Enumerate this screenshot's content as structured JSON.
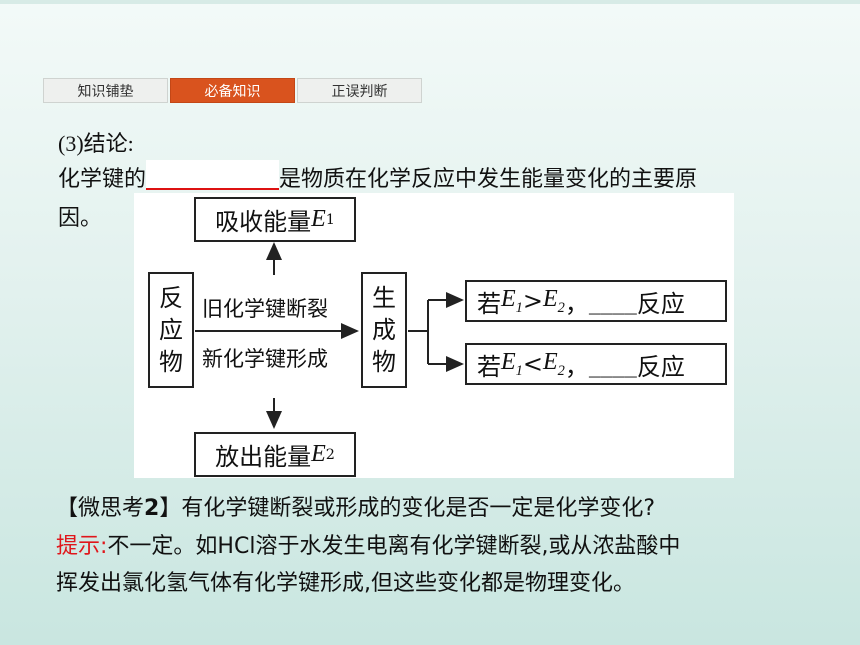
{
  "tabs": [
    {
      "label": "知识铺垫",
      "active": false
    },
    {
      "label": "必备知识",
      "active": true
    },
    {
      "label": "正误判断",
      "active": false
    }
  ],
  "conclusion": {
    "heading": "(3)结论:",
    "line1_prefix": "化学键的",
    "line1_suffix": "是物质在化学反应中发生能量变化的主要原",
    "line2": "因。"
  },
  "diagram": {
    "absorb_label": "吸收能量",
    "absorb_var": "E",
    "absorb_sub": "1",
    "reactant_chars": [
      "反",
      "应",
      "物"
    ],
    "break_label": "旧化学键断裂",
    "form_label": "新化学键形成",
    "product_chars": [
      "生",
      "成",
      "物"
    ],
    "release_label": "放出能量",
    "release_var": "E",
    "release_sub": "2",
    "case1": {
      "prefix": "若",
      "comparison": ">",
      "suffix": "反应",
      "blank": "____"
    },
    "case2": {
      "prefix": "若",
      "comparison": "<",
      "suffix": "反应",
      "blank": "____"
    }
  },
  "think": {
    "title_open": "【微思考",
    "title_num": "2",
    "title_close": "】",
    "question": "有化学键断裂或形成的变化是否一定是化学变化?",
    "hint_label": "提示:",
    "answer_line1": "不一定。如HCl溶于水发生电离有化学键断裂,或从浓盐酸中",
    "answer_line2": "挥发出氯化氢气体有化学键形成,但这些变化都是物理变化。"
  },
  "colors": {
    "accent": "#d9531e",
    "hint": "#e0161b"
  }
}
